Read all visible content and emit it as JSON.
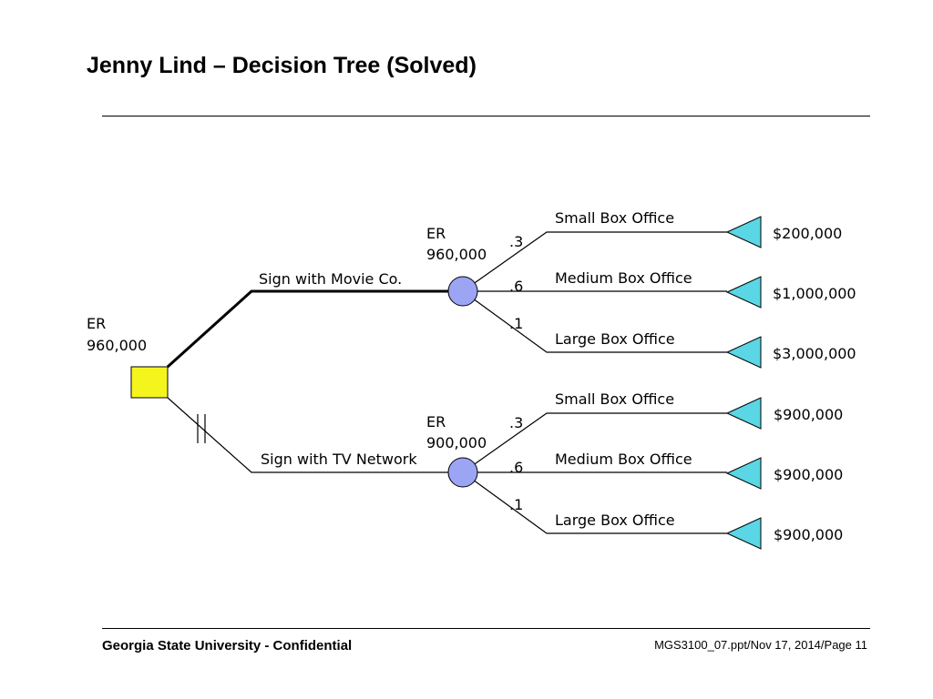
{
  "slide": {
    "title": "Jenny Lind – Decision Tree (Solved)"
  },
  "tree": {
    "root": {
      "er_label": "ER",
      "er_value": "960,000",
      "fill": "#f5f51e"
    },
    "branches": [
      {
        "decision": "Sign with Movie Co.",
        "chosen": true,
        "er_label": "ER",
        "er_value": "960,000",
        "node_fill": "#9ca4f4",
        "outcomes": [
          {
            "prob": ".3",
            "label": "Small Box Office",
            "payoff": "$200,000"
          },
          {
            "prob": ".6",
            "label": "Medium Box Office",
            "payoff": "$1,000,000"
          },
          {
            "prob": ".1",
            "label": "Large Box Office",
            "payoff": "$3,000,000"
          }
        ]
      },
      {
        "decision": "Sign with TV Network",
        "chosen": false,
        "er_label": "ER",
        "er_value": "900,000",
        "node_fill": "#9ca4f4",
        "outcomes": [
          {
            "prob": ".3",
            "label": "Small Box Office",
            "payoff": "$900,000"
          },
          {
            "prob": ".6",
            "label": "Medium Box Office",
            "payoff": "$900,000"
          },
          {
            "prob": ".1",
            "label": "Large Box Office",
            "payoff": "$900,000"
          }
        ]
      }
    ],
    "terminal_fill": "#5ad6e4"
  },
  "footer": {
    "left": "Georgia State University - Confidential",
    "right": "MGS3100_07.ppt/Nov 17, 2014/Page 11"
  }
}
